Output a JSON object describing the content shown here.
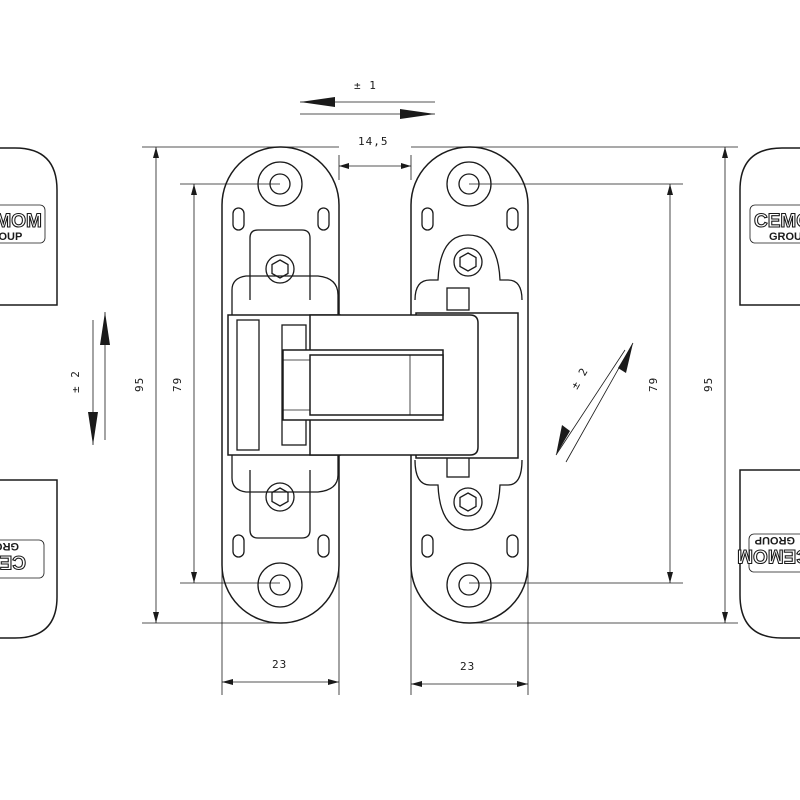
{
  "dimensions": {
    "horizontal_adjust": "± 1",
    "gap_width": "14,5",
    "vertical_adjust": "± 2",
    "depth_adjust": "± 2",
    "overall_height_left": "95",
    "overall_height_right": "95",
    "screw_spacing_left": "79",
    "screw_spacing_right": "79",
    "body_width_left": "23",
    "body_width_right": "23"
  },
  "logos": {
    "top_left": {
      "main": "CEMOM",
      "sub": "GROUP"
    },
    "top_right": {
      "main": "CEMOM",
      "sub": "GROUP"
    },
    "bottom_left": {
      "main": "CEMOM",
      "sub": "GROUP"
    },
    "bottom_right": {
      "main": "CEMOM",
      "sub": "GROUP"
    }
  },
  "colors": {
    "line": "#1a1a1a",
    "background": "#ffffff"
  }
}
